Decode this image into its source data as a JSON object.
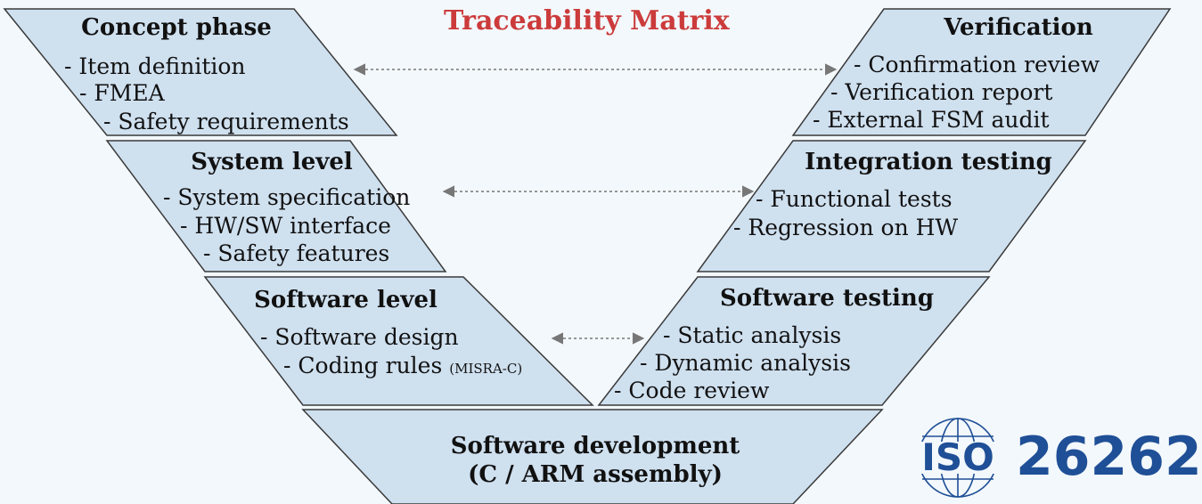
{
  "title": "Traceability Matrix",
  "left": {
    "concept": {
      "heading": "Concept phase",
      "items": [
        "- Item definition",
        "- FMEA",
        "- Safety requirements"
      ]
    },
    "system": {
      "heading": "System level",
      "items": [
        "- System specification",
        "- HW/SW interface",
        "- Safety features"
      ]
    },
    "software": {
      "heading": "Software level",
      "items": [
        "- Software design",
        "- Coding rules"
      ],
      "note": "(MISRA-C)"
    }
  },
  "right": {
    "verification": {
      "heading": "Verification",
      "items": [
        "- Confirmation review",
        "- Verification report",
        "- External FSM audit"
      ]
    },
    "integration": {
      "heading": "Integration testing",
      "items": [
        "- Functional tests",
        "- Regression on HW"
      ]
    },
    "software_testing": {
      "heading": "Software testing",
      "items": [
        "- Static analysis",
        "- Dynamic analysis",
        "- Code review"
      ]
    }
  },
  "bottom": {
    "line1": "Software development",
    "line2": "(C / ARM assembly)"
  },
  "logo": {
    "letters": "ISO",
    "number": "26262"
  },
  "colors": {
    "panel_fill": "#cfe0ef",
    "panel_stroke": "#3a3a3a",
    "title": "#cc3b3b",
    "logo": "#1f4f96",
    "arrow": "#777777"
  }
}
